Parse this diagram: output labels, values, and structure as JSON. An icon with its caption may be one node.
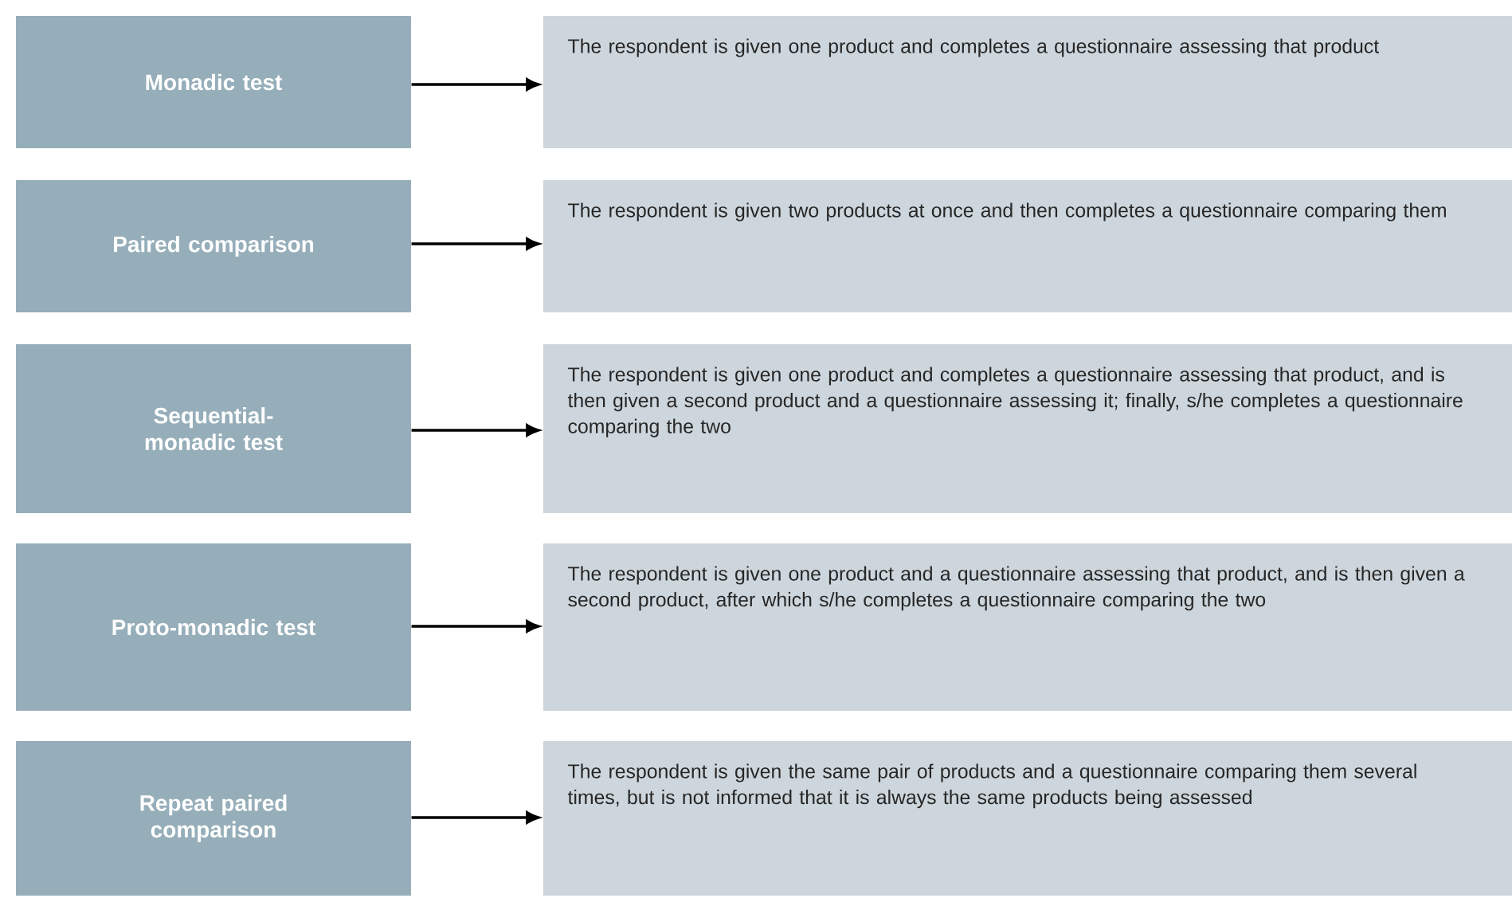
{
  "diagram": {
    "nodes": [
      {
        "text": [
          "Monadic test"
        ]
      },
      {
        "text": [
          "The respondent is given one product and completes a questionnaire assessing that product"
        ]
      },
      {
        "text": [
          "Paired comparison"
        ]
      },
      {
        "text": [
          "The respondent is given two products at once and then completes a questionnaire comparing them"
        ]
      },
      {
        "text": [
          "Sequential-monadic test"
        ]
      },
      {
        "text": [
          "The respondent is given one product and completes a questionnaire assessing that product, and is then given a second product and a questionnaire assessing it; finally, s/he completes a questionnaire comparing the two"
        ]
      },
      {
        "text": [
          "Proto-monadic test"
        ]
      },
      {
        "text": [
          "The respondent is given one product and a questionnaire assessing that product, and is then given a second product, after which s/he completes a questionnaire comparing the two"
        ]
      },
      {
        "text": [
          "Repeat paired comparison"
        ]
      },
      {
        "text": [
          "The respondent is given the same pair of products and a questionnaire comparing them several times, but is not informed that it is always the same products being assessed"
        ]
      }
    ],
    "edges": [
      {
        "from": 0,
        "to": 1,
        "arrow": "to"
      },
      {
        "from": 2,
        "to": 3,
        "arrow": "to"
      },
      {
        "from": 4,
        "to": 5,
        "arrow": "to"
      },
      {
        "from": 6,
        "to": 7,
        "arrow": "to"
      },
      {
        "from": 8,
        "to": 9,
        "arrow": "to"
      }
    ]
  }
}
